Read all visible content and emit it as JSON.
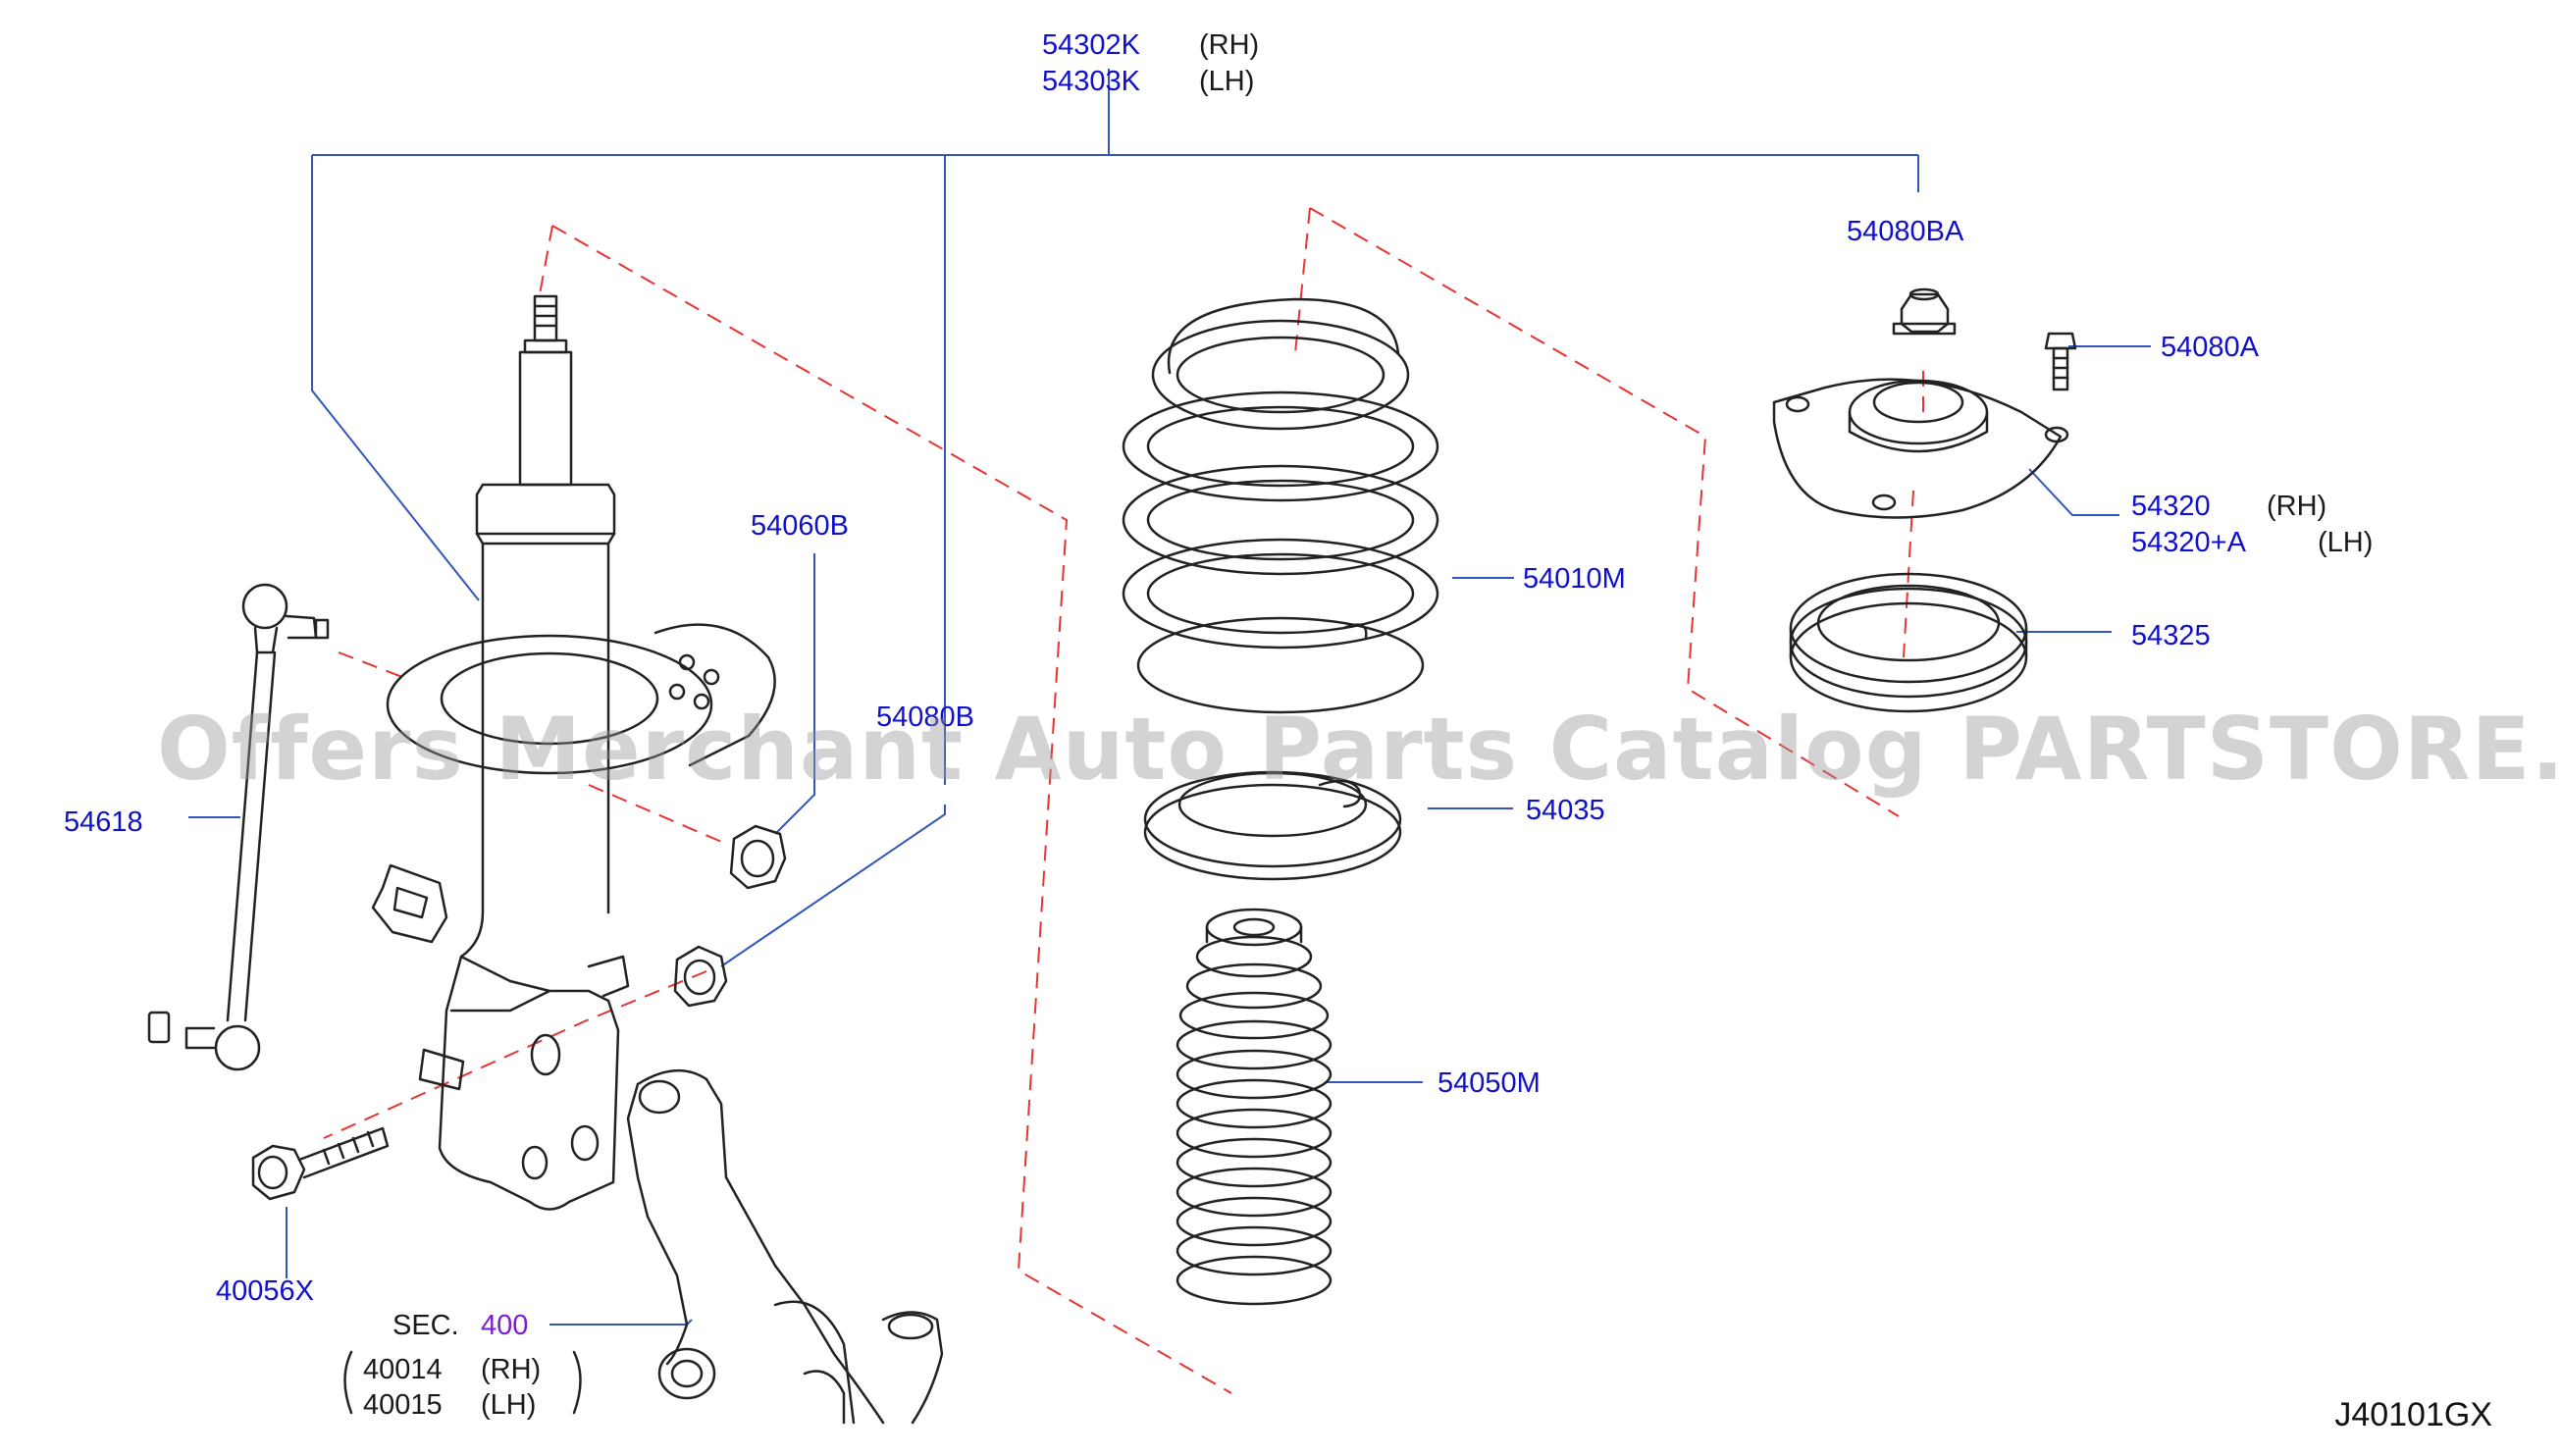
{
  "watermark": "Offers Merchant Auto Parts Catalog PARTSTORE.SA",
  "diagram_code": "J40101GX",
  "colors": {
    "leader": "#3355bb",
    "part_label": "#1010cc",
    "dash": "#e83333",
    "line_art": "#222222",
    "sec_ref": "#7a1fcf"
  },
  "labels": {
    "strut_rh": "54302K",
    "strut_rh_side": "(RH)",
    "strut_lh": "54303K",
    "strut_lh_side": "(LH)",
    "nut_top": "54080BA",
    "bolt_top": "54080A",
    "mount_rh": "54320",
    "mount_rh_side": "(RH)",
    "mount_lh": "54320+A",
    "mount_lh_side": "(LH)",
    "bearing": "54325",
    "spring": "54010M",
    "seat": "54035",
    "bumper": "54050M",
    "nut_60b": "54060B",
    "nut_80b": "54080B",
    "stabilizer_link": "54618",
    "bolt_40056x": "40056X",
    "sec_prefix": "SEC.",
    "sec_num": "400",
    "knuckle_rh": "40014",
    "knuckle_rh_side": "(RH)",
    "knuckle_lh": "40015",
    "knuckle_lh_side": "(LH)"
  }
}
